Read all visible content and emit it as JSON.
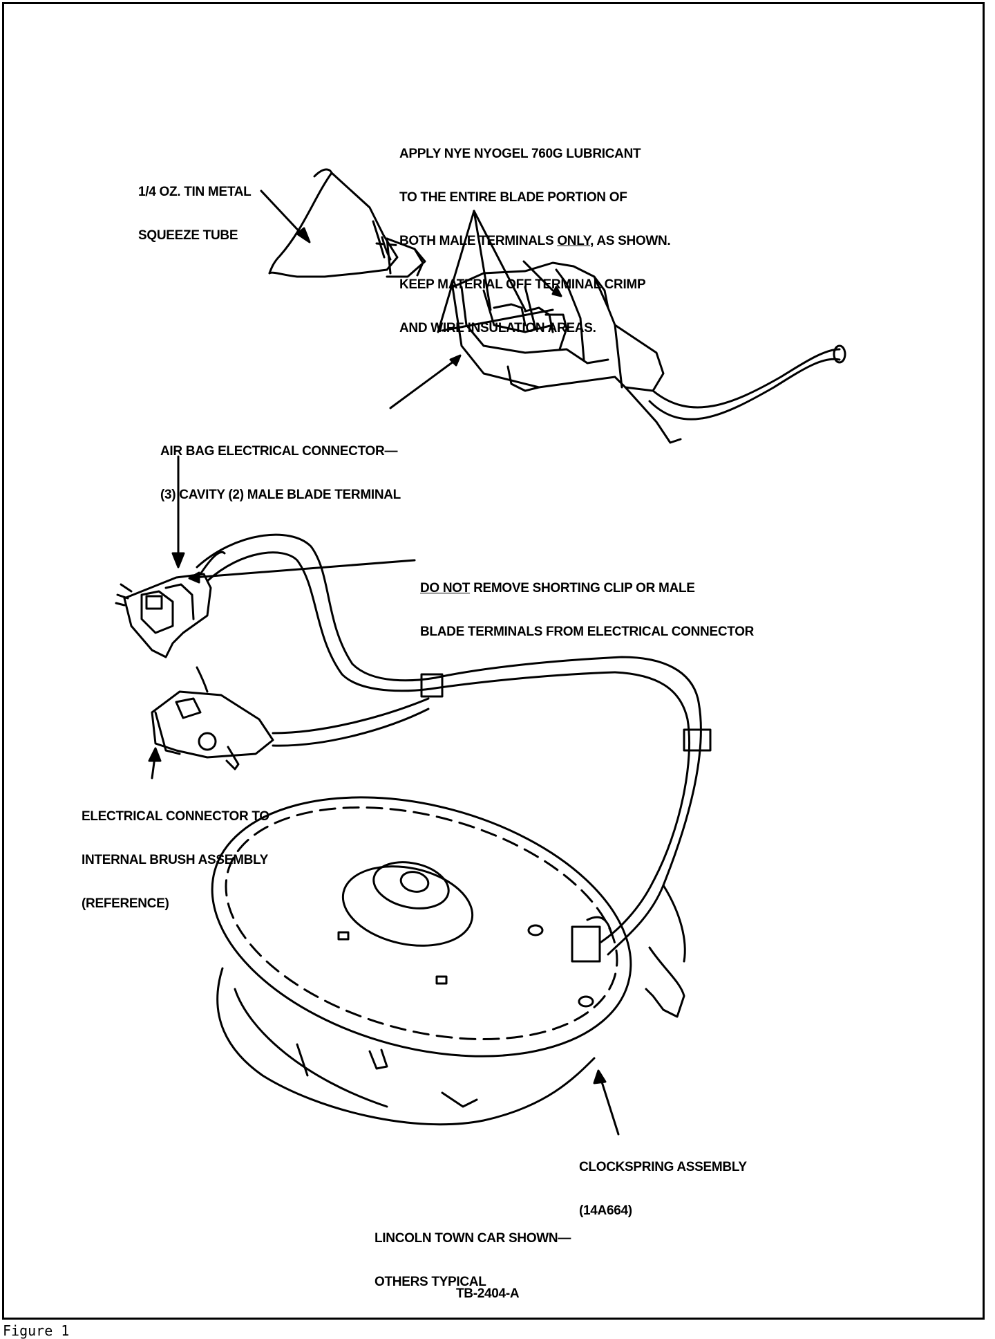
{
  "labels": {
    "lubricant": [
      "APPLY NYE NYOGEL 760G LUBRICANT",
      "TO THE ENTIRE BLADE PORTION OF",
      "BOTH MALE TERMINALS",
      "ONLY",
      ", AS SHOWN.",
      "KEEP MATERIAL OFF TERMINAL CRIMP",
      "AND WIRE INSULATION AREAS."
    ],
    "tube": [
      "1/4 OZ. TIN METAL",
      "SQUEEZE TUBE"
    ],
    "airbag_connector": [
      "AIR BAG ELECTRICAL CONNECTOR—",
      "(3) CAVITY (2) MALE BLADE TERMINAL"
    ],
    "do_not": [
      "DO NOT",
      " REMOVE SHORTING CLIP OR MALE",
      "BLADE TERMINALS FROM ELECTRICAL CONNECTOR"
    ],
    "brush_connector": [
      "ELECTRICAL CONNECTOR TO",
      "INTERNAL BRUSH ASSEMBLY",
      "(REFERENCE)"
    ],
    "clockspring": [
      "CLOCKSPRING ASSEMBLY",
      "(14A664)"
    ],
    "vehicle": [
      "LINCOLN TOWN CAR SHOWN—",
      "OTHERS TYPICAL"
    ],
    "ref_code": "TB-2404-A"
  },
  "caption": "Figure 1"
}
